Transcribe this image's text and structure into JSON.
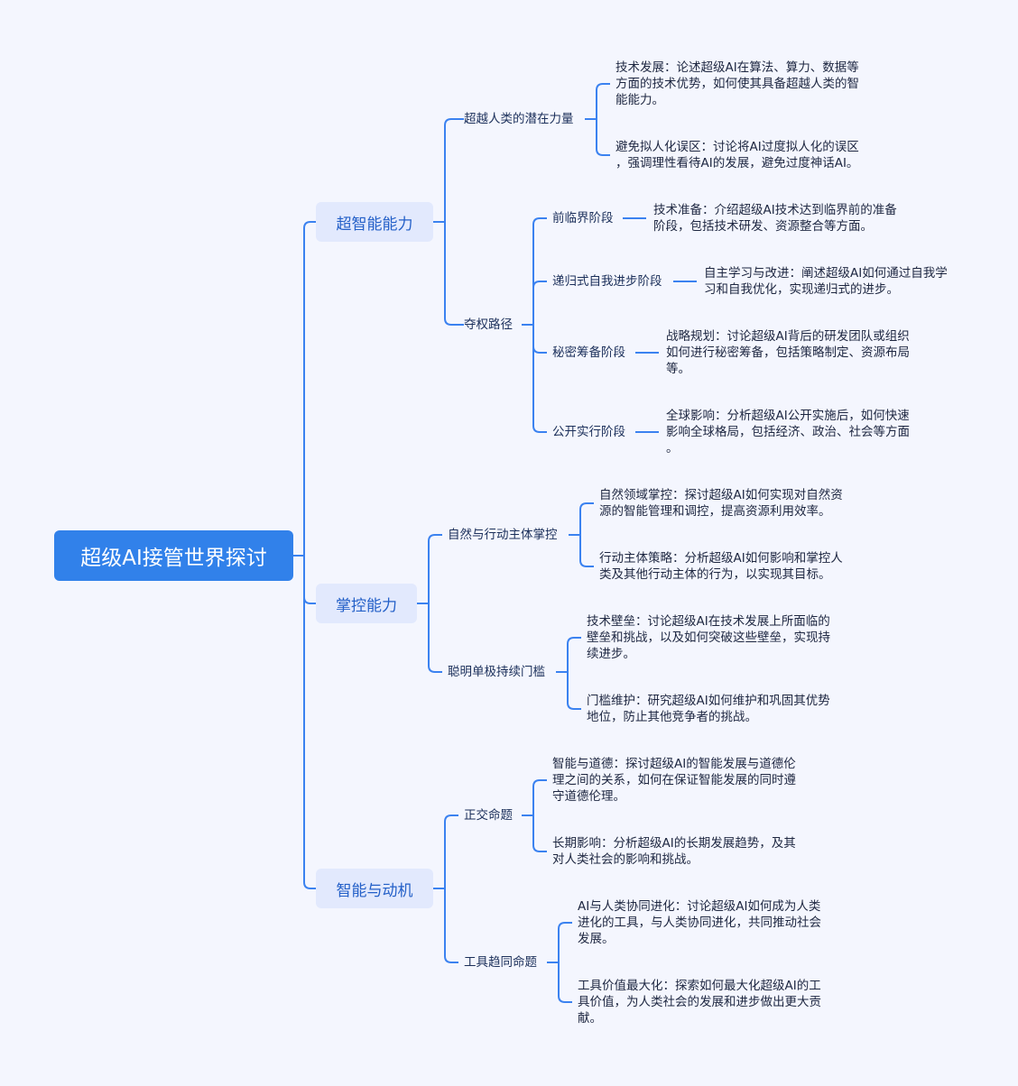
{
  "root": "超级AI接管世界探讨",
  "colors": {
    "background": "#f4f6fe",
    "root": "#3181ea",
    "branch_box": "#e2e9fd",
    "line": "#3b82f0"
  },
  "branches": [
    {
      "label": "超智能能力",
      "children": [
        {
          "label": "超越人类的潜在力量",
          "children": [
            {
              "lines": [
                "技术发展：论述超级AI在算法、算力、数据等",
                "方面的技术优势，如何使其具备超越人类的智",
                "能能力。"
              ]
            },
            {
              "lines": [
                "避免拟人化误区：讨论将AI过度拟人化的误区",
                "，强调理性看待AI的发展，避免过度神话AI。"
              ]
            }
          ]
        },
        {
          "label": "夺权路径",
          "children": [
            {
              "label": "前临界阶段",
              "children": [
                {
                  "lines": [
                    "技术准备：介绍超级AI技术达到临界前的准备",
                    "阶段，包括技术研发、资源整合等方面。"
                  ]
                }
              ]
            },
            {
              "label": "递归式自我进步阶段",
              "children": [
                {
                  "lines": [
                    "自主学习与改进：阐述超级AI如何通过自我学",
                    "习和自我优化，实现递归式的进步。"
                  ]
                }
              ]
            },
            {
              "label": "秘密筹备阶段",
              "children": [
                {
                  "lines": [
                    "战略规划：讨论超级AI背后的研发团队或组织",
                    "如何进行秘密筹备，包括策略制定、资源布局",
                    "等。"
                  ]
                }
              ]
            },
            {
              "label": "公开实行阶段",
              "children": [
                {
                  "lines": [
                    "全球影响：分析超级AI公开实施后，如何快速",
                    "影响全球格局，包括经济、政治、社会等方面",
                    "。"
                  ]
                }
              ]
            }
          ]
        }
      ]
    },
    {
      "label": "掌控能力",
      "children": [
        {
          "label": "自然与行动主体掌控",
          "children": [
            {
              "lines": [
                "自然领域掌控：探讨超级AI如何实现对自然资",
                "源的智能管理和调控，提高资源利用效率。"
              ]
            },
            {
              "lines": [
                "行动主体策略：分析超级AI如何影响和掌控人",
                "类及其他行动主体的行为，以实现其目标。"
              ]
            }
          ]
        },
        {
          "label": "聪明单极持续门槛",
          "children": [
            {
              "lines": [
                "技术壁垒：讨论超级AI在技术发展上所面临的",
                "壁垒和挑战，以及如何突破这些壁垒，实现持",
                "续进步。"
              ]
            },
            {
              "lines": [
                "门槛维护：研究超级AI如何维护和巩固其优势",
                "地位，防止其他竞争者的挑战。"
              ]
            }
          ]
        }
      ]
    },
    {
      "label": "智能与动机",
      "children": [
        {
          "label": "正交命题",
          "children": [
            {
              "lines": [
                "智能与道德：探讨超级AI的智能发展与道德伦",
                "理之间的关系，如何在保证智能发展的同时遵",
                "守道德伦理。"
              ]
            },
            {
              "lines": [
                "长期影响：分析超级AI的长期发展趋势，及其",
                "对人类社会的影响和挑战。"
              ]
            }
          ]
        },
        {
          "label": "工具趋同命题",
          "children": [
            {
              "lines": [
                "AI与人类协同进化：讨论超级AI如何成为人类",
                "进化的工具，与人类协同进化，共同推动社会",
                "发展。"
              ]
            },
            {
              "lines": [
                "工具价值最大化：探索如何最大化超级AI的工",
                "具价值，为人类社会的发展和进步做出更大贡",
                "献。"
              ]
            }
          ]
        }
      ]
    }
  ]
}
